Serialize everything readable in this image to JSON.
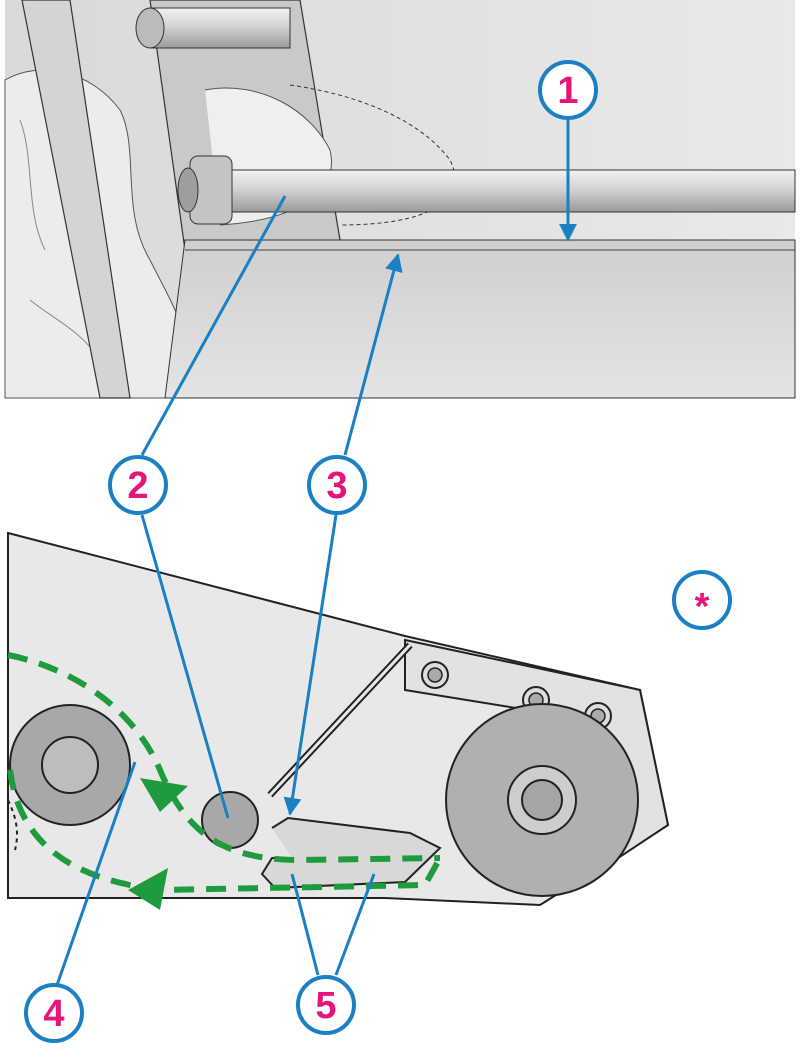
{
  "colors": {
    "callout_number": "#e5157a",
    "callout_ring": "#1b7fc4",
    "leader_line": "#1b7fc4",
    "path_dash": "#1e9b3c",
    "metal_light": "#dcdcdc",
    "metal_mid": "#b5b5b5",
    "panel_bg": "#e8e8e8",
    "outline": "#222222"
  },
  "callouts": [
    {
      "id": "c1",
      "label": "1"
    },
    {
      "id": "c2",
      "label": "2"
    },
    {
      "id": "c3",
      "label": "3"
    },
    {
      "id": "c4",
      "label": "4"
    },
    {
      "id": "c5",
      "label": "5"
    },
    {
      "id": "c6",
      "label": "*"
    }
  ]
}
